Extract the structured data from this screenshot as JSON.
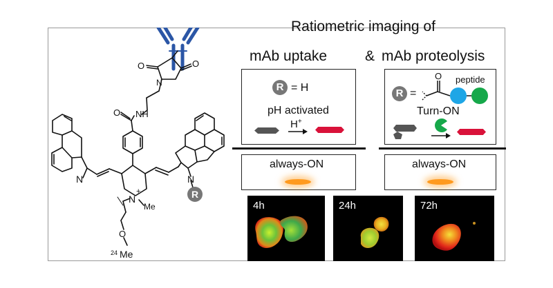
{
  "title": "Ratiometric imaging of",
  "header_left": "mAb uptake",
  "header_amp": "&",
  "header_right": "mAb proteolysis",
  "left_box": {
    "r_glyph": "R",
    "r_equals": "= H",
    "label": "pH activated",
    "reagent": "H",
    "reagent_sup": "+"
  },
  "right_box": {
    "r_glyph": "R",
    "equals": "=",
    "carbonyl_o": "O",
    "peptide": "peptide",
    "label": "Turn-ON"
  },
  "always_on_left": "always-ON",
  "always_on_right": "always-ON",
  "panels": [
    {
      "time": "4h"
    },
    {
      "time": "24h"
    },
    {
      "time": "72h"
    }
  ],
  "molecule": {
    "n1": "N",
    "n2": "N",
    "nh": "NH",
    "o1": "O",
    "o2": "O",
    "o3": "O",
    "o4": "O",
    "n_plus": "N",
    "plus": "+",
    "me": "Me",
    "peg_me": "Me",
    "peg_n": "24",
    "r_glyph": "R"
  },
  "colors": {
    "antibody": "#2b56a6",
    "cyan": "#1ea6e6",
    "green": "#16a84a",
    "red": "#d9123a",
    "orange": "#ff9a1f",
    "gray": "#777777"
  }
}
